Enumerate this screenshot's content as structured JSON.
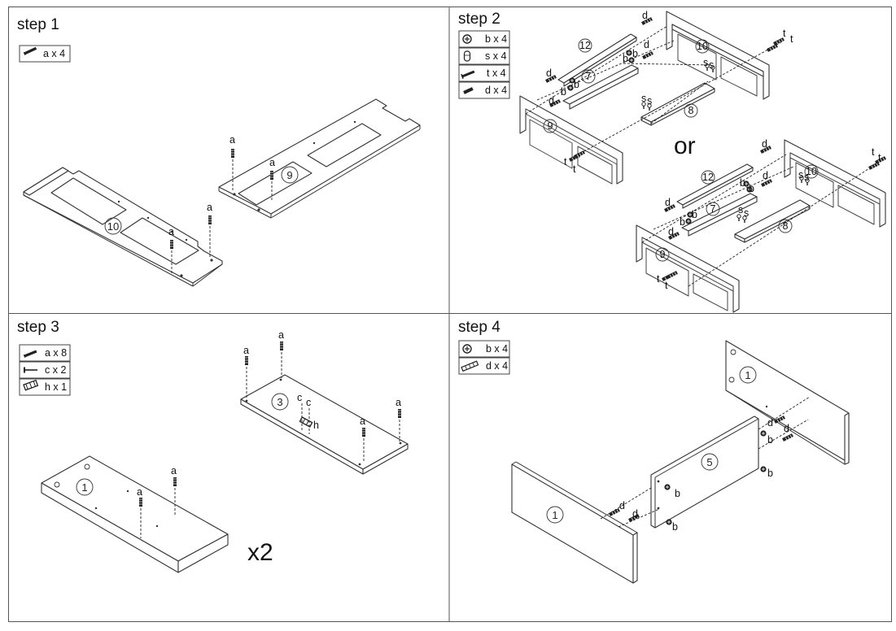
{
  "steps": [
    {
      "title": "step 1",
      "legend": [
        {
          "icon": "dowel-pin-icon",
          "text": "a x 4"
        }
      ]
    },
    {
      "title": "step 2",
      "legend": [
        {
          "icon": "cam-lock-icon",
          "text": "b x 4"
        },
        {
          "icon": "cam-barrel-icon",
          "text": "s x 4"
        },
        {
          "icon": "screw-icon",
          "text": "t x 4"
        },
        {
          "icon": "wood-dowel-icon",
          "text": "d x 4"
        }
      ],
      "or_label": "or"
    },
    {
      "title": "step 3",
      "legend": [
        {
          "icon": "dowel-pin-icon",
          "text": "a x 8"
        },
        {
          "icon": "small-screw-icon",
          "text": "c x 2"
        },
        {
          "icon": "hinge-plate-icon",
          "text": "h x 1"
        }
      ],
      "repeat_label": "x2"
    },
    {
      "title": "step 4",
      "legend": [
        {
          "icon": "cam-lock-icon",
          "text": "b x 4"
        },
        {
          "icon": "wood-dowel-icon",
          "text": "d x 4"
        }
      ]
    }
  ],
  "parts": {
    "p1": "1",
    "p3": "3",
    "p5": "5",
    "p7": "7",
    "p8": "8",
    "p9": "9",
    "p10": "10",
    "p12": "12"
  },
  "hardware": {
    "a": "a",
    "b": "b",
    "c": "c",
    "d": "d",
    "h": "h",
    "s": "s",
    "t": "t"
  }
}
